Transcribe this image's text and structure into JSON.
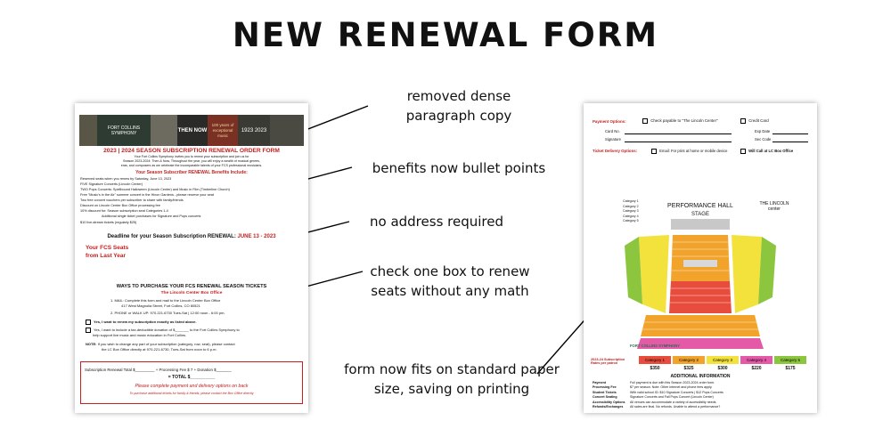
{
  "title": "NEW RENEWAL FORM",
  "annotations": [
    "removed dense paragraph copy",
    "benefits now bullet points",
    "no address required",
    "check one box to renew seats without any math",
    "form now fits on standard paper size, saving on printing"
  ],
  "annotation_lines": [
    "removed dense",
    "paragraph copy",
    "check one box to renew",
    "seats without any math",
    "form now fits on standard paper",
    "size, saving on printing"
  ],
  "left_form": {
    "banner": [
      "FORT COLLINS SYMPHONY",
      "THEN NOW",
      "100 years of exceptional music",
      "1923 2023"
    ],
    "heading": "2023 | 2024 SEASON SUBSCRIPTION RENEWAL ORDER FORM",
    "intro": [
      "Your Fort Collins Symphony invites you to renew your subscription and join us for",
      "Season 2023-2024: Then & Now. Throughout the year, you will enjoy a wealth of musical genres,",
      "eras, and composers as we celebrate the incomparable talents of your FCS professional musicians."
    ],
    "benefits_title": "Your Season Subscriber RENEWAL Benefits Include:",
    "benefits": [
      "Reserved seats when you renew by Saturday, June 13, 2023",
      "FIVE Signature Concerts (Lincoln Center)",
      "TWO Pops Concerts: Spellbound Halloween (Lincoln Center) and Music in Film (Timberline Church)",
      "Free \"Music's in the Air\" summer concert in the Hixon Gardens - please reserve your seat",
      "Two free concert vouchers per subscriber to share with family/friends",
      "Discount on Lincoln Center Box Office processing fee",
      "10% discount for: Season subscription seat Categories 1-4",
      "Additional single ticket purchases for Signature and Pops concerts",
      "$10 live-stream tickets (regularly $25)"
    ],
    "deadline_label": "Deadline for your Season Subscription RENEWAL:",
    "deadline_date": "JUNE 13 - 2023",
    "seats_label_1": "Your FCS Seats",
    "seats_label_2": "from Last Year",
    "ways_title": "WAYS TO PURCHASE YOUR FCS RENEWAL SEASON TICKETS",
    "ways_sub": "The Lincoln Center Box Office",
    "mail_line": "1. MAIL: Complete this form and mail to the Lincoln Center Box Office",
    "mail_addr1": "417 West Magnolia Street, Fort Collins, CO 80521",
    "phone_line": "2. PHONE or WALK UP: 970.221.6730  Tues-Sat | 12:00 noon - 6:00 pm.",
    "check1": "Yes, I want to renew my subscription exactly as listed above.",
    "check2": "Yes, I want to include a tax-deductible donation of $_______ to the Fort Collins Symphony to",
    "check2b": "help support live music and music education in Fort Collins.",
    "note_label": "NOTE:",
    "note1": "If you wish to change any part of your subscription (category, row, seat), please contact",
    "note2": "the LC Box Office directly at 970-221-6730, Tues-Sat from noon to 6 p.m.",
    "sum_line": "Subscription Renewal Total $_________ + Processing Fee $ 7 + Donation $_______",
    "total_line": "= TOTAL $__________",
    "complete_line": "Please complete payment and delivery options on back",
    "purchase_line": "To purchase additional tickets for family & friends, please contact the Box Office directly"
  },
  "right_form": {
    "payment_label": "Payment Options:",
    "check_payable": "Check payable to \"The Lincoln Center\"",
    "credit_card": "Credit Card",
    "card_no": "Card No.",
    "exp_date": "Exp Date",
    "signature": "Signature",
    "sec_code": "Sec Code",
    "delivery_label": "Ticket Delivery Options:",
    "email_opt": "Email: For print at home or mobile device",
    "will_call": "Will Call at LC Box Office",
    "hall_title": "PERFORMANCE HALL",
    "stage": "STAGE",
    "lincoln": "THE LINCOLN center",
    "categories_legend": [
      "Category 1",
      "Category 2",
      "Category 3",
      "Category 4",
      "Category 5"
    ],
    "fcs_logo": "FORT COLLINS SYMPHONY",
    "rates_label": "2023-24 Subscription Rates per patron",
    "categories": [
      {
        "name": "Category 1",
        "price": "$350",
        "color": "#e84c3d"
      },
      {
        "name": "Category 2",
        "price": "$325",
        "color": "#f2a32c"
      },
      {
        "name": "Category 3",
        "price": "$300",
        "color": "#f3e23b"
      },
      {
        "name": "Category 4",
        "price": "$220",
        "color": "#e55aa7"
      },
      {
        "name": "Category 5",
        "price": "$175",
        "color": "#8cc63f"
      }
    ],
    "additional_title": "ADDITIONAL INFORMATION",
    "info": [
      [
        "Payment",
        "Full payment is due with this Season 2023-2024 order form."
      ],
      [
        "Processing Fee",
        "$7 per season. Note: Other internet and phone fees apply."
      ],
      [
        "Student Tickets",
        "With valid school ID: $10 Signature Concerts | $12 Pops Concerts"
      ],
      [
        "Concert Seating",
        "Signature Concerts and Fall Pops Concert (Lincoln Center)"
      ],
      [
        "Accessibility Options",
        "All venues can accommodate a variety of accessibility needs."
      ],
      [
        "Refunds/Exchanges",
        "All sales are final. No refunds. Unable to attend a performance?"
      ]
    ]
  },
  "colors": {
    "accent_red": "#c4201f",
    "banner_dark": "#3a3a35"
  }
}
